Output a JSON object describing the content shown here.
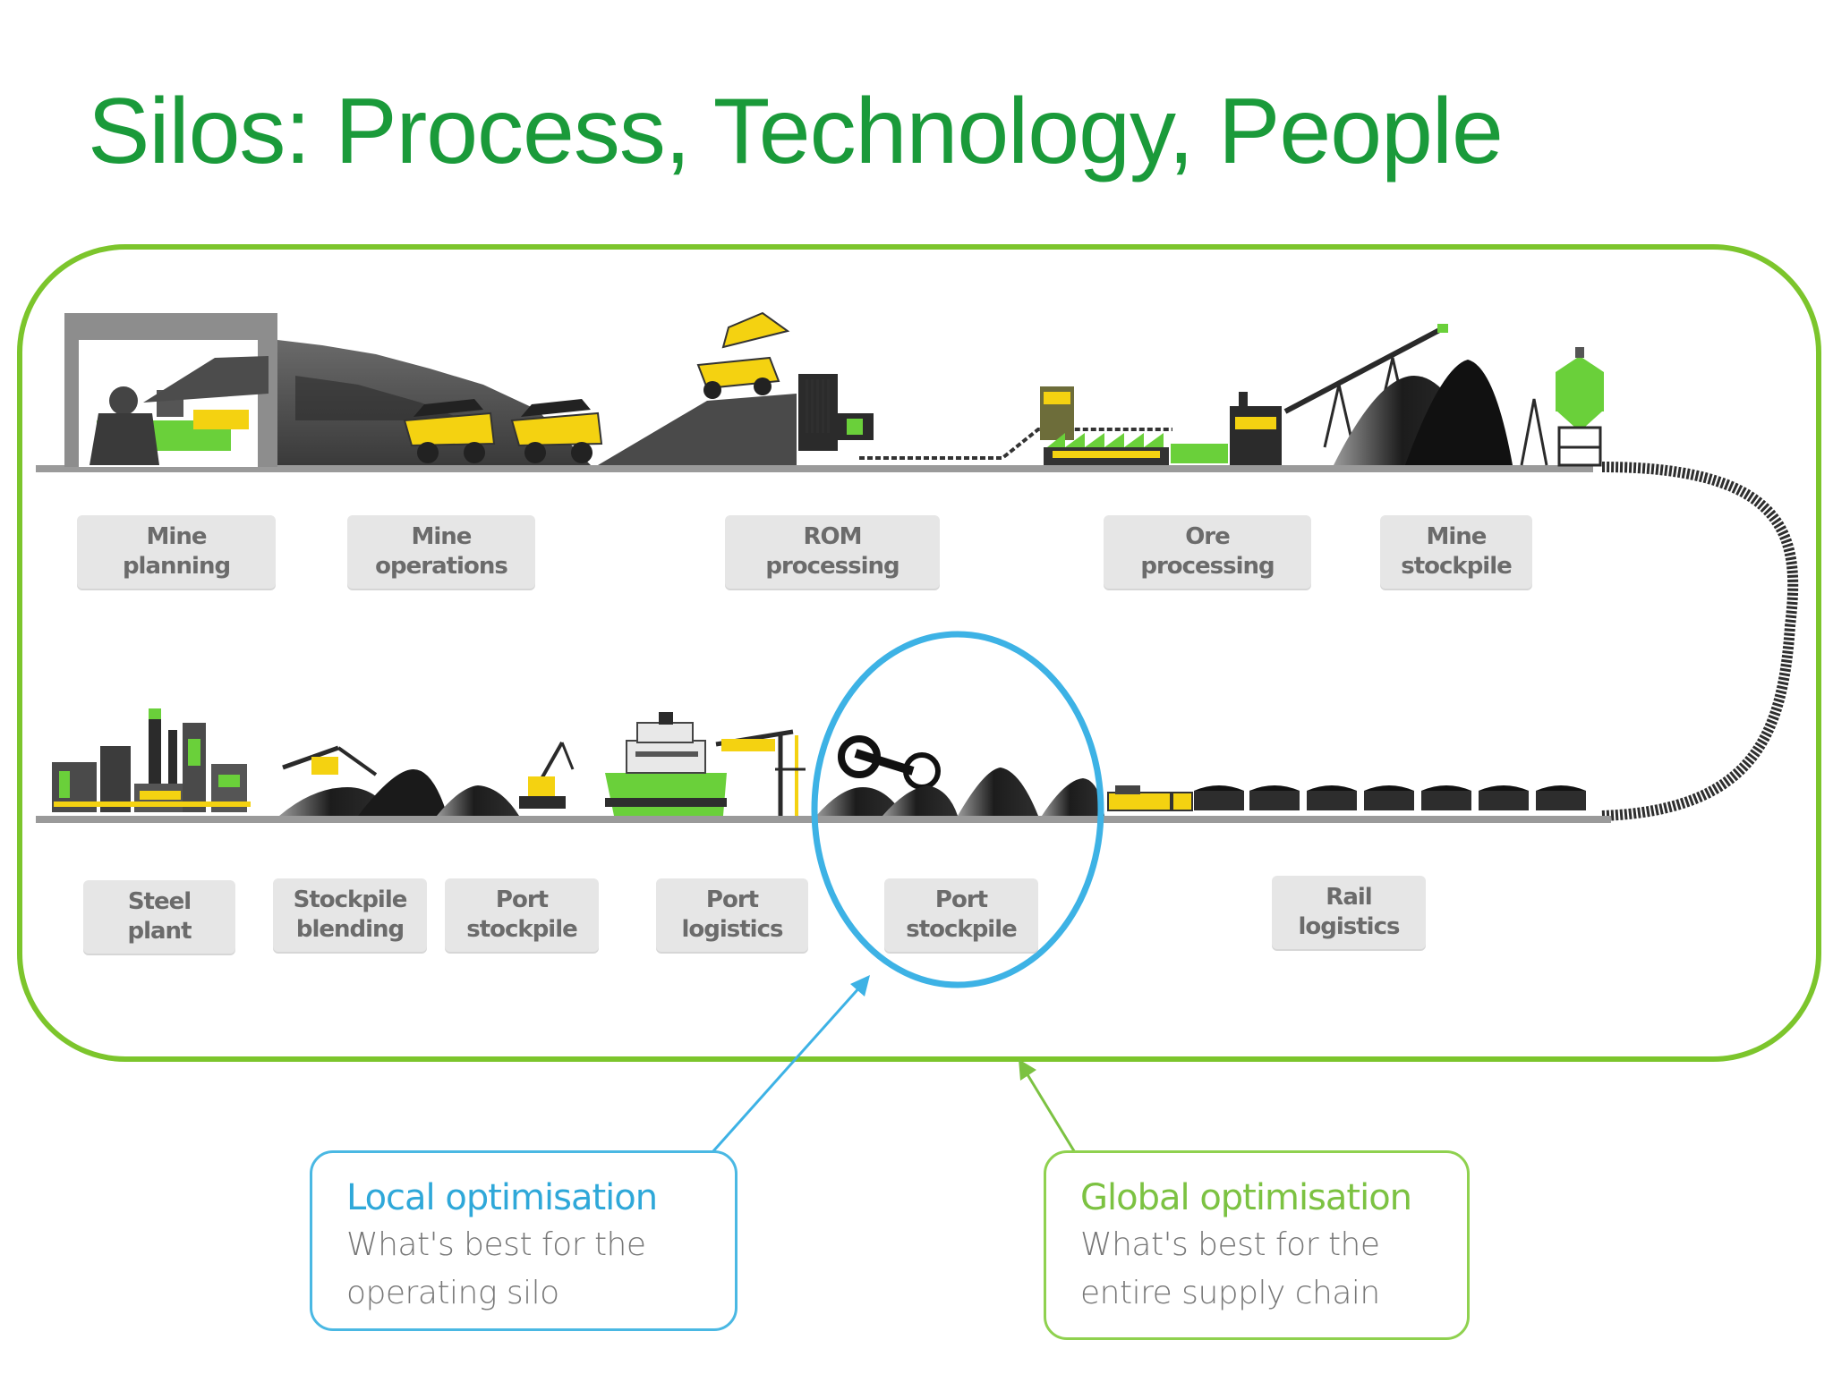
{
  "title": "Silos: Process, Technology, People",
  "colors": {
    "title_green": "#1a9a3a",
    "frame_green": "#7cc52c",
    "local_blue": "#3db2e5",
    "global_green": "#7cc242",
    "label_bg": "#e6e6e6",
    "machine_yellow": "#f4d211",
    "plant_green": "#6ad03a"
  },
  "stages_top": [
    {
      "label": "Mine\nplanning"
    },
    {
      "label": "Mine\noperations"
    },
    {
      "label": "ROM\nprocessing"
    },
    {
      "label": "Ore\nprocessing"
    },
    {
      "label": "Mine\nstockpile"
    }
  ],
  "stages_bottom": [
    {
      "label": "Steel\nplant"
    },
    {
      "label": "Stockpile\nblending"
    },
    {
      "label": "Port\nstockpile"
    },
    {
      "label": "Port\nlogistics"
    },
    {
      "label": "Port\nstockpile"
    },
    {
      "label": "Rail\nlogistics"
    }
  ],
  "callouts": {
    "local": {
      "heading": "Local optimisation",
      "body": "What's best for the operating silo"
    },
    "global": {
      "heading": "Global optimisation",
      "body": "What's best for the entire supply chain"
    }
  },
  "icons": {
    "control_room": "operator-workstation-icon",
    "haul_truck": "dump-truck-icon",
    "crusher": "rom-crusher-icon",
    "processing_plant": "ore-processing-plant-icon",
    "stacker_conveyor": "stacker-conveyor-icon",
    "loadout_silo": "train-loadout-silo-icon",
    "rail_loop": "rail-track-icon",
    "train": "ore-train-icon",
    "reclaimer": "bucket-wheel-reclaimer-icon",
    "ship": "bulk-carrier-icon",
    "shiploader": "shiploader-icon",
    "steel_plant": "steel-plant-icon",
    "stockpile": "stockpile-icon"
  }
}
